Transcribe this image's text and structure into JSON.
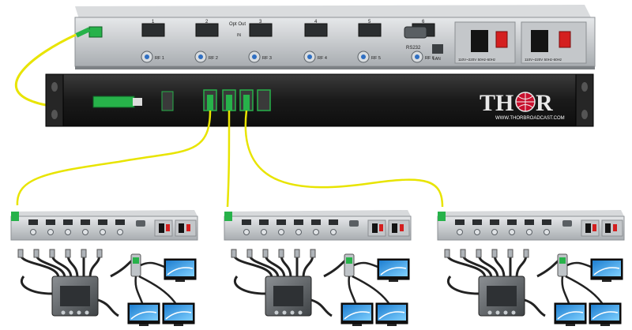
{
  "top_unit": {
    "header_text": "Opt Out",
    "port_numbers": [
      "1",
      "2",
      "3",
      "4",
      "5",
      "6"
    ],
    "rf_labels": [
      "RF 1",
      "RF 2",
      "RF 3",
      "RF 4",
      "RF 5",
      "RF 6"
    ],
    "serial_label": "RS232",
    "lan_label": "LAN",
    "in_label": "IN",
    "power_rating_1": "110V~220V 50Hz-60Hz",
    "power_rating_2": "110V~220V 50Hz-60Hz"
  },
  "splitter_unit": {
    "brand_left": "TH",
    "brand_right": "R",
    "website": "WWW.THORBROADCAST.COM"
  },
  "receiver_groups": [
    {
      "id": "left"
    },
    {
      "id": "middle"
    },
    {
      "id": "right"
    }
  ],
  "colors": {
    "fiber_yellow": "#e8e400",
    "connector_green": "#27b24a",
    "rack_black": "#1c1c1c",
    "panel_silver": "#cfd2d4",
    "logo_red": "#c8102e"
  }
}
